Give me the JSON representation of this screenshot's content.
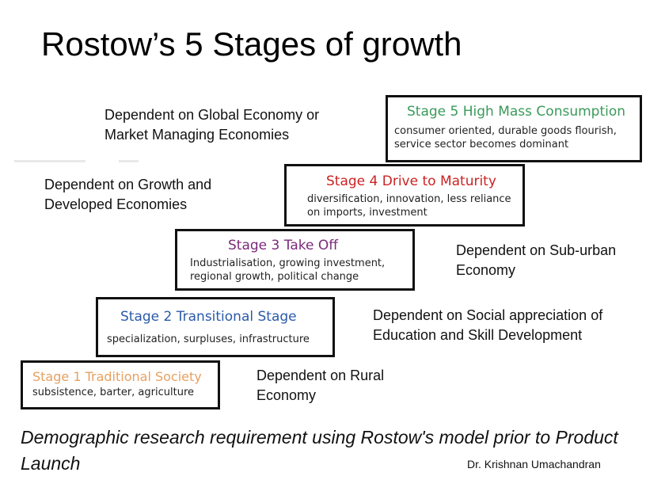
{
  "title": "Rostow’s 5 Stages of growth",
  "stages": [
    {
      "title": "Stage 1 Traditional Society",
      "desc": "subsistence, barter, agriculture",
      "color": "#e8a060"
    },
    {
      "title": "Stage 2 Transitional Stage",
      "desc": "specialization, surpluses, infrastructure",
      "color": "#2a5aa8"
    },
    {
      "title": "Stage 3 Take Off",
      "desc": "Industrialisation, growing investment, regional growth, political change",
      "color": "#7a2a7a"
    },
    {
      "title": "Stage 4 Drive to Maturity",
      "desc": "diversification, innovation, less reliance on imports, investment",
      "color": "#cc2222"
    },
    {
      "title": "Stage 5 High Mass Consumption",
      "desc": "consumer oriented, durable goods flourish, service sector becomes dominant",
      "color": "#3a9a5a"
    }
  ],
  "dependencies": [
    {
      "text": "Dependent on Rural Economy"
    },
    {
      "text": "Dependent on Social appreciation of Education and Skill Development"
    },
    {
      "text": "Dependent on Sub-urban Economy"
    },
    {
      "text": "Dependent on Growth and Developed Economies"
    },
    {
      "text": "Dependent on Global Economy or Market Managing Economies"
    }
  ],
  "footer": "Demographic research requirement using Rostow's model prior to Product Launch",
  "author": "Dr. Krishnan Umachandran"
}
